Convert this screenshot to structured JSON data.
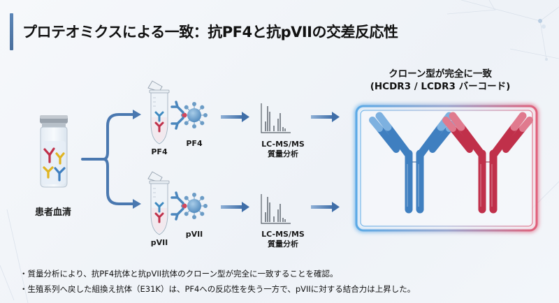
{
  "title": "プロテオミクスによる一致：抗PF4と抗pVIIの交差反応性",
  "source": {
    "label": "患者血清",
    "icon": "serum-vial-icon"
  },
  "branches": [
    {
      "id": "pf4",
      "tube_label": "PF4",
      "antigen_label": "PF4",
      "ms_label_1": "LC-MS/MS",
      "ms_label_2": "質量分析"
    },
    {
      "id": "pvii",
      "tube_label": "pVII",
      "antigen_label": "pVII",
      "ms_label_1": "LC-MS/MS",
      "ms_label_2": "質量分析"
    }
  ],
  "result": {
    "title_line1": "クローン型が完全に一致",
    "title_line2": "(HCDR3 / LCDR3 バーコード)",
    "colors": {
      "left_antibody": "#3f7fc0",
      "right_antibody": "#c0304a",
      "frame_left": "#5aa9e6",
      "frame_right": "#e0607a"
    }
  },
  "bullets": [
    "・質量分析により、抗PF4抗体と抗pVII抗体のクローン型が完全に一致することを確認。",
    "・生殖系列へ戻した組換え抗体（E31K）は、PF4への反応性を失う一方で、pVIIに対する結合力は上昇した。"
  ],
  "colors": {
    "accent": "#4f7fb5",
    "arrow": "#4a78b0"
  }
}
